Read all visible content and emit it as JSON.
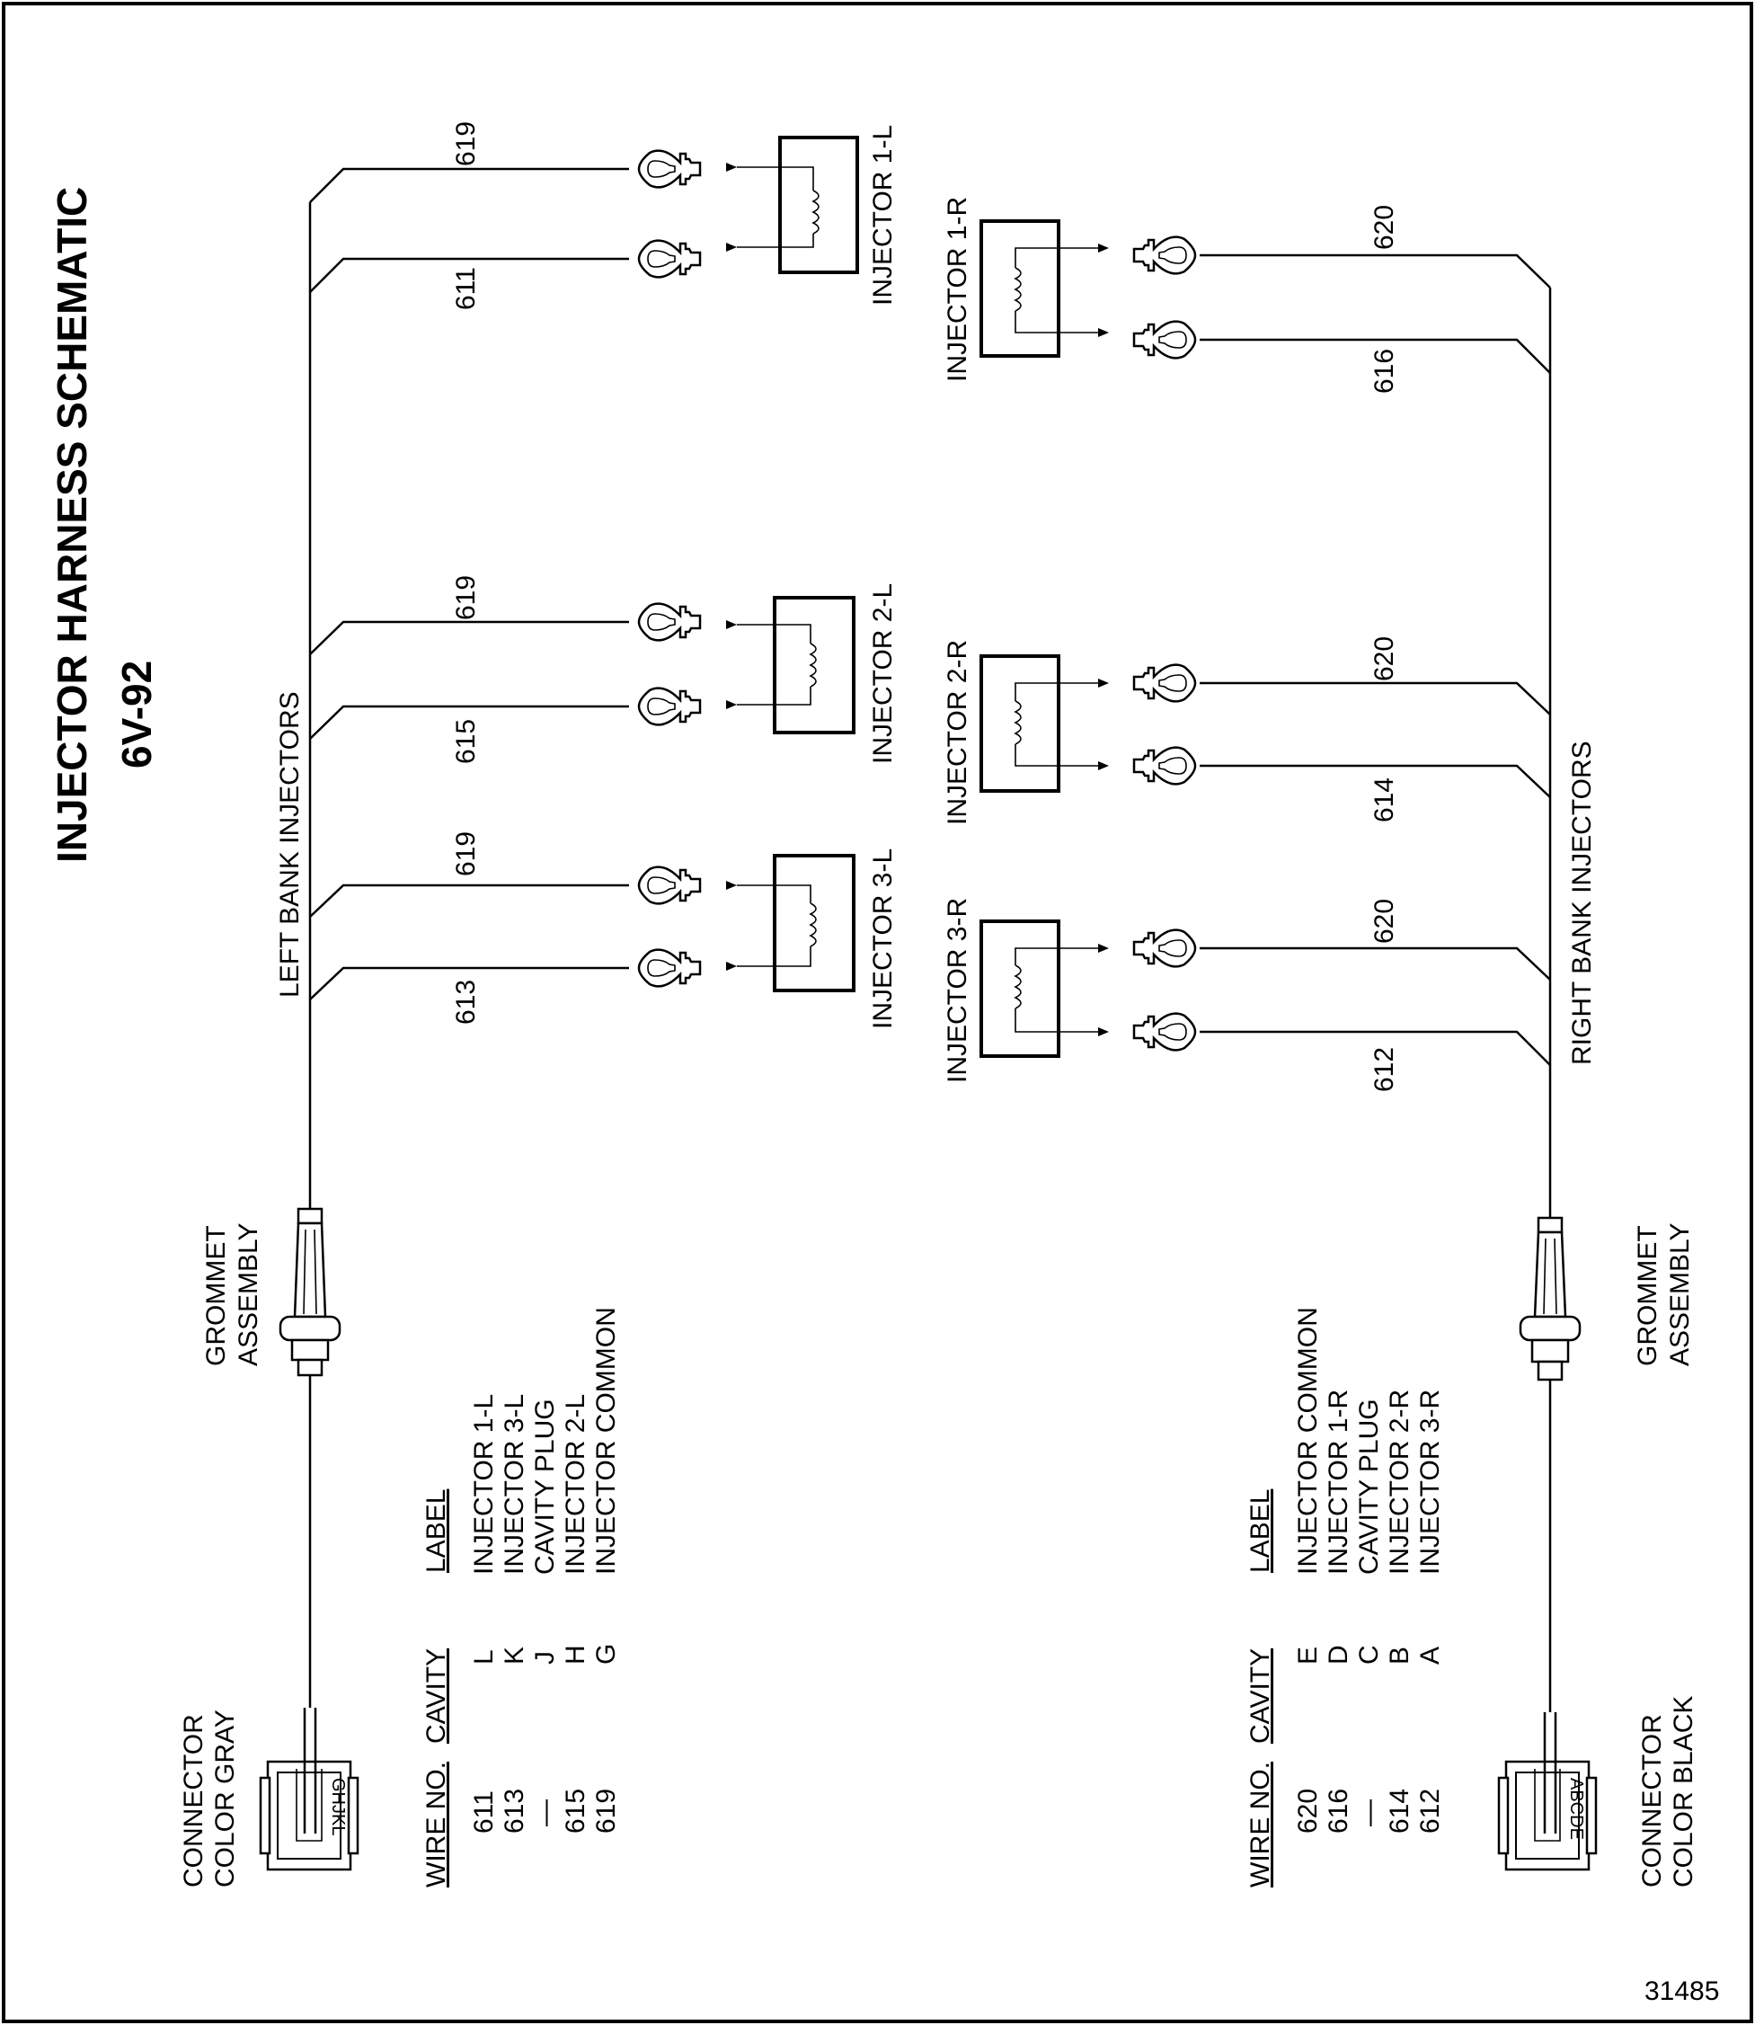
{
  "title": "INJECTOR HARNESS SCHEMATIC",
  "subtitle": "6V-92",
  "left_bank_label": "LEFT BANK INJECTORS",
  "right_bank_label": "RIGHT BANK INJECTORS",
  "figure_number": "31485",
  "left_injectors": [
    {
      "label": "INJECTOR 1-L",
      "wire_top": "619",
      "wire_bottom": "611"
    },
    {
      "label": "INJECTOR 2-L",
      "wire_top": "619",
      "wire_bottom": "615"
    },
    {
      "label": "INJECTOR 3-L",
      "wire_top": "619",
      "wire_bottom": "613"
    }
  ],
  "right_injectors": [
    {
      "label": "INJECTOR 1-R",
      "wire_top": "620",
      "wire_bottom": "616"
    },
    {
      "label": "INJECTOR 2-R",
      "wire_top": "620",
      "wire_bottom": "614"
    },
    {
      "label": "INJECTOR 3-R",
      "wire_top": "620",
      "wire_bottom": "612"
    }
  ],
  "left_grommet": [
    "GROMMET",
    "ASSEMBLY"
  ],
  "right_grommet": [
    "GROMMET",
    "ASSEMBLY"
  ],
  "left_connector": {
    "caption": [
      "CONNECTOR",
      "COLOR GRAY"
    ],
    "cavity_letters": "GHJKL"
  },
  "right_connector": {
    "caption": [
      "CONNECTOR",
      "COLOR BLACK"
    ],
    "cavity_letters": "ABCDE"
  },
  "table_headers": {
    "wire": "WIRE  NO.",
    "cavity": "CAVITY",
    "label": "LABEL"
  },
  "left_table": [
    {
      "wire": "611",
      "cavity": "L",
      "label": "INJECTOR 1-L"
    },
    {
      "wire": "613",
      "cavity": "K",
      "label": "INJECTOR 3-L"
    },
    {
      "wire": "—",
      "cavity": "J",
      "label": "CAVITY PLUG"
    },
    {
      "wire": "615",
      "cavity": "H",
      "label": "INJECTOR 2-L"
    },
    {
      "wire": "619",
      "cavity": "G",
      "label": "INJECTOR COMMON"
    }
  ],
  "right_table": [
    {
      "wire": "620",
      "cavity": "E",
      "label": "INJECTOR COMMON"
    },
    {
      "wire": "616",
      "cavity": "D",
      "label": "INJECTOR 1-R"
    },
    {
      "wire": "—",
      "cavity": "C",
      "label": "CAVITY PLUG"
    },
    {
      "wire": "614",
      "cavity": "B",
      "label": "INJECTOR 2-R"
    },
    {
      "wire": "612",
      "cavity": "A",
      "label": "INJECTOR 3-R"
    }
  ]
}
